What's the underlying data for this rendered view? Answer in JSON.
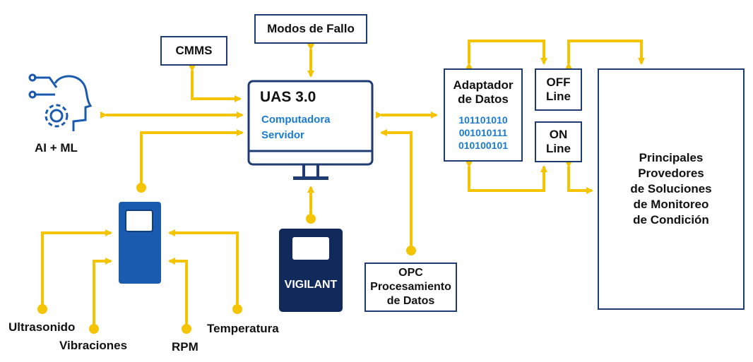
{
  "nodes": {
    "cmms": "CMMS",
    "fault_modes": "Modos de Fallo",
    "server_title": "UAS 3.0",
    "server_sub1": "Computadora",
    "server_sub2": "Servidor",
    "ai_ml": "AI + ML",
    "adapter_line1": "Adaptador",
    "adapter_line2": "de Datos",
    "adapter_bits": [
      "101101010",
      "001010111",
      "010100101"
    ],
    "off_line1": "OFF",
    "off_line2": "Line",
    "on_line1": "ON",
    "on_line2": "Line",
    "providers": [
      "Principales",
      "Provedores",
      "de Soluciones",
      "de Monitoreo",
      "de Condición"
    ],
    "vigilant": "VIGILANT",
    "opc": [
      "OPC",
      "Procesamiento",
      "de Datos"
    ],
    "sensors": {
      "ultrasound": "Ultrasonido",
      "vibrations": "Vibraciones",
      "rpm": "RPM",
      "temperature": "Temperatura"
    }
  },
  "colors": {
    "connector": "#f5c400",
    "box_border": "#1f3b73",
    "device_blue": "#1a5bb0",
    "vigilant_navy": "#102a5c",
    "accent_text": "#1a7bd1"
  }
}
